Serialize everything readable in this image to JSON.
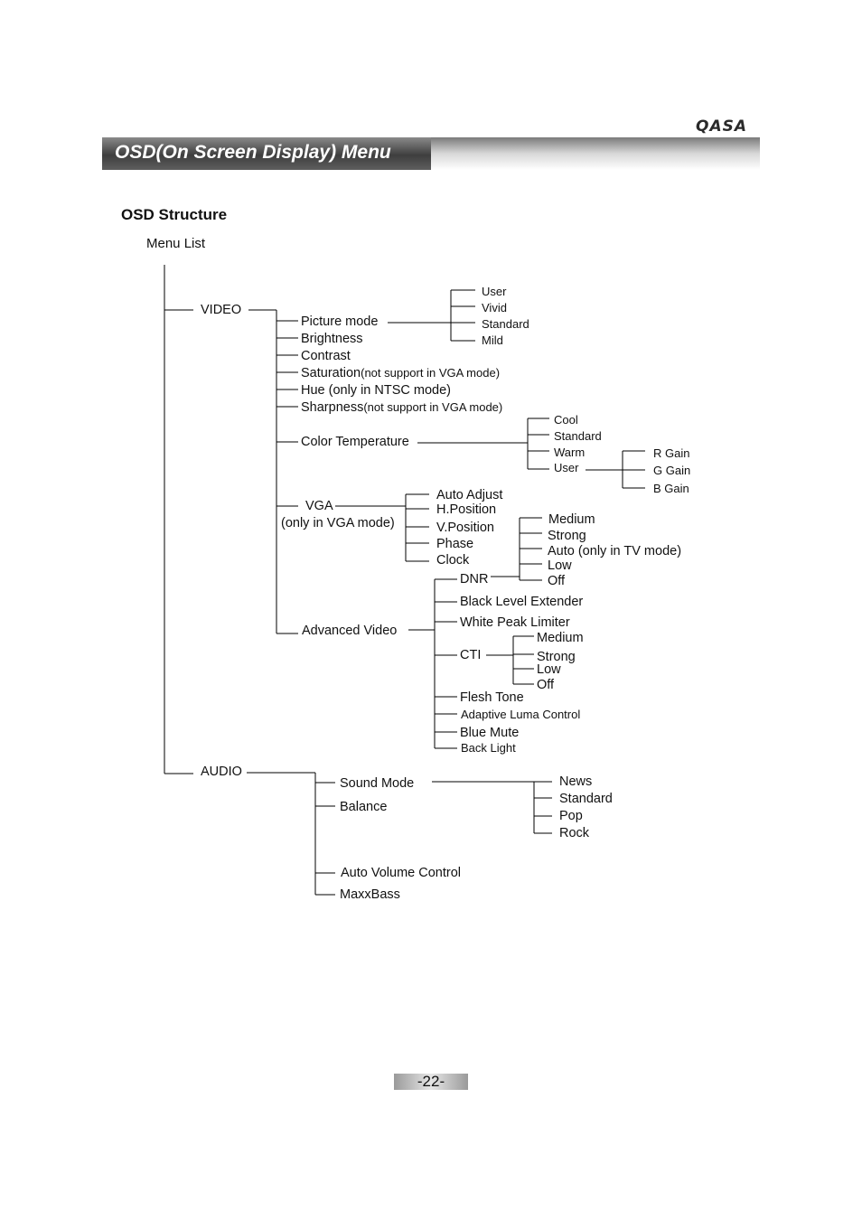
{
  "brand": "QASA",
  "header": {
    "title": "OSD(On Screen Display) Menu"
  },
  "section_title": "OSD Structure",
  "menu_list": "Menu List",
  "video": {
    "label": "VIDEO",
    "picture_mode": {
      "label": "Picture mode",
      "options": [
        "User",
        "Vivid",
        "Standard",
        "Mild"
      ]
    },
    "brightness": "Brightness",
    "contrast": "Contrast",
    "saturation": {
      "label": "Saturation",
      "note": "(not support in VGA mode)"
    },
    "hue": "Hue (only in NTSC mode)",
    "sharpness": {
      "label": "Sharpness",
      "note": "(not support in VGA mode)"
    },
    "color_temperature": {
      "label": "Color Temperature",
      "options": [
        "Cool",
        "Standard",
        "Warm",
        "User"
      ],
      "user_options": [
        "R Gain",
        "G Gain",
        "B Gain"
      ]
    },
    "vga": {
      "label": "VGA",
      "note": "(only in VGA mode)",
      "options": [
        "Auto Adjust",
        "H.Position",
        "V.Position",
        "Phase",
        "Clock"
      ]
    },
    "advanced_video": {
      "label": "Advanced Video",
      "dnr": {
        "label": "DNR",
        "options": [
          "Medium",
          "Strong",
          "Auto (only in TV mode)",
          "Low",
          "Off"
        ]
      },
      "black_level_extender": "Black Level Extender",
      "white_peak_limiter": "White Peak Limiter",
      "cti": {
        "label": "CTI",
        "options": [
          "Medium",
          "Strong",
          "Low",
          "Off"
        ]
      },
      "flesh_tone": "Flesh Tone",
      "adaptive_luma_control": "Adaptive Luma Control",
      "blue_mute": "Blue Mute",
      "back_light": "Back Light"
    }
  },
  "audio": {
    "label": "AUDIO",
    "sound_mode": {
      "label": "Sound Mode",
      "options": [
        "News",
        "Standard",
        "Pop",
        "Rock"
      ]
    },
    "balance": "Balance",
    "auto_volume_control": "Auto Volume Control",
    "maxxbass": "MaxxBass"
  },
  "page_number": "-22-"
}
